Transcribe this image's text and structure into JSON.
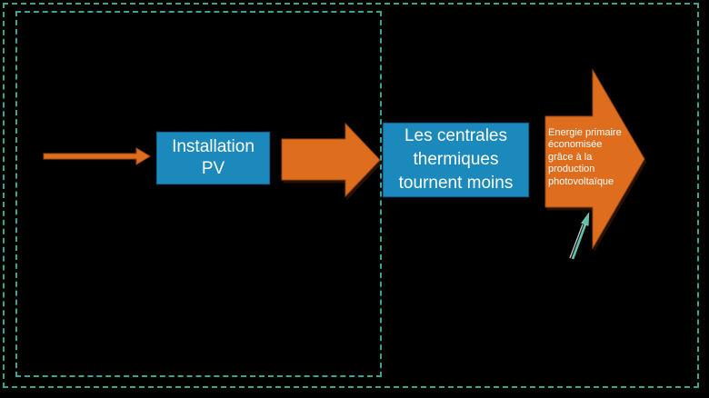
{
  "colors": {
    "background": "#000000",
    "accent-orange": "#de6d1e",
    "accent-orange-edge": "#9c4a12",
    "accent-blue": "#1b89bc",
    "accent-blue-border": "#0e6391",
    "dash-teal": "#3aa492",
    "teal-arrow": "#5fc2ac",
    "text-white": "#ffffff"
  },
  "diagram": {
    "pv_box": {
      "label": "Installation\nPV"
    },
    "thermal_box": {
      "label": "Les centrales\nthermiques\ntournent moins"
    },
    "energy_arrow": {
      "label": "Energie primaire\néconomisée\ngrâce à la\nproduction\nphotovoltaïque"
    }
  }
}
